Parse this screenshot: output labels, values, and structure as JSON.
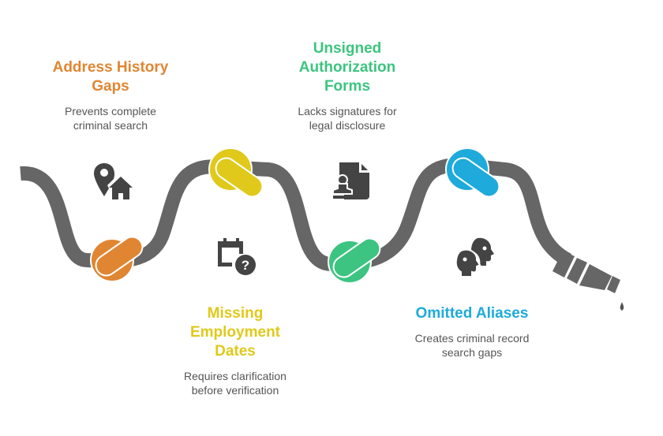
{
  "diagram": {
    "type": "hose-with-knots",
    "colors": {
      "hose": "#666666",
      "icon": "#444444",
      "text_desc": "#555555"
    },
    "steps": [
      {
        "title": "Address History Gaps",
        "title_lines": [
          "Address History",
          "Gaps"
        ],
        "description_lines": [
          "Prevents complete",
          "criminal search"
        ],
        "color": "#E08633",
        "icon": "location-home-icon",
        "position": "top"
      },
      {
        "title": "Missing Employment Dates",
        "title_lines": [
          "Missing",
          "Employment",
          "Dates"
        ],
        "description_lines": [
          "Requires clarification",
          "before verification"
        ],
        "color": "#E0C91A",
        "icon": "calendar-question-icon",
        "position": "bottom"
      },
      {
        "title": "Unsigned Authorization Forms",
        "title_lines": [
          "Unsigned",
          "Authorization",
          "Forms"
        ],
        "description_lines": [
          "Lacks signatures for",
          "legal disclosure"
        ],
        "color": "#3CC480",
        "icon": "document-stamp-icon",
        "position": "top"
      },
      {
        "title": "Omitted Aliases",
        "title_lines": [
          "Omitted Aliases"
        ],
        "description_lines": [
          "Creates criminal record",
          "search gaps"
        ],
        "color": "#1EAADB",
        "icon": "two-heads-icon",
        "position": "bottom"
      }
    ]
  }
}
